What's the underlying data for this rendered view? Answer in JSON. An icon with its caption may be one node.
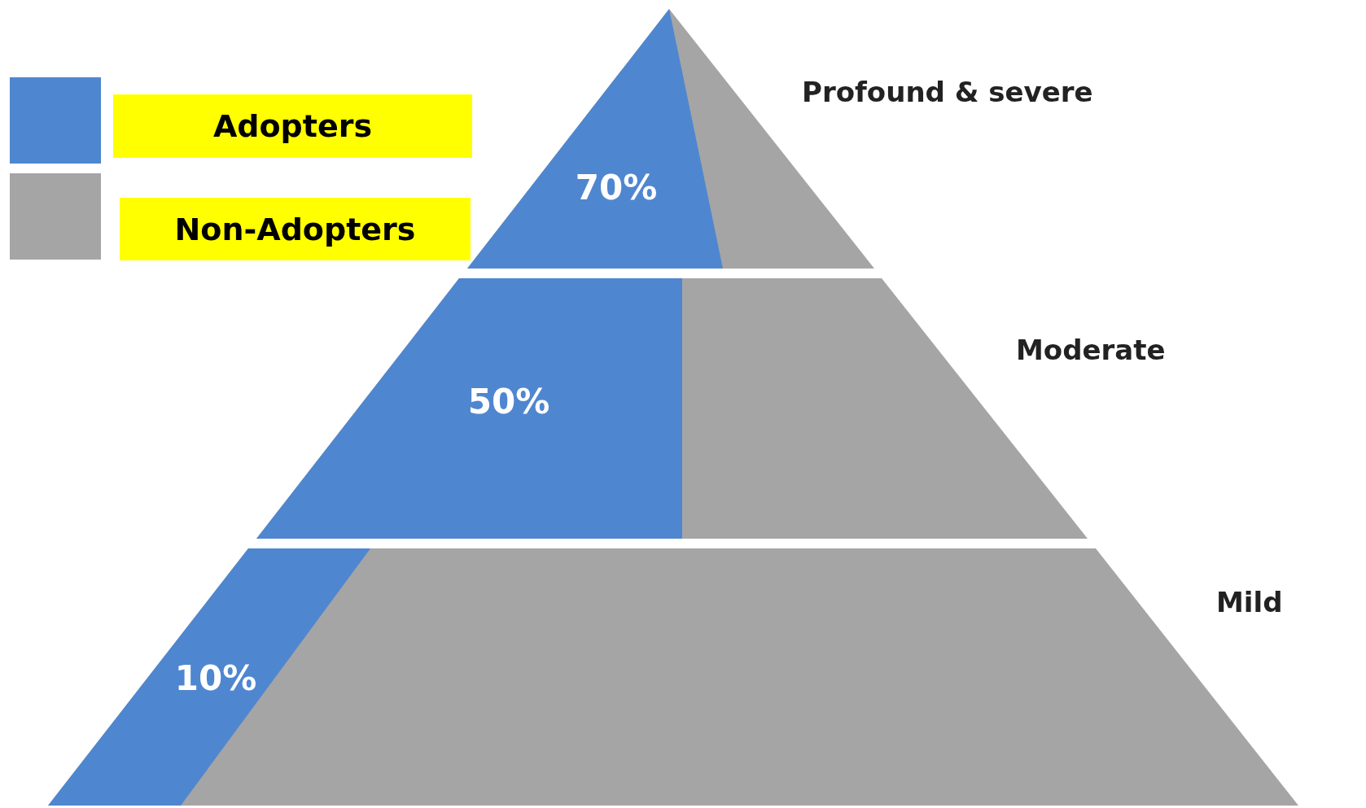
{
  "diagram": {
    "nodes": [
      {
        "text": [
          "70%"
        ],
        "beside": [
          "Profound & severe"
        ]
      },
      {
        "text": [
          "50%"
        ],
        "beside": [
          "Moderate"
        ]
      },
      {
        "text": [
          "10%"
        ],
        "beside": [
          "Mild"
        ]
      }
    ],
    "legend": [
      {
        "text": "Adopters",
        "color": "#4f86d0"
      },
      {
        "text": "Non-Adopters",
        "color": "#a5a5a5"
      }
    ]
  }
}
